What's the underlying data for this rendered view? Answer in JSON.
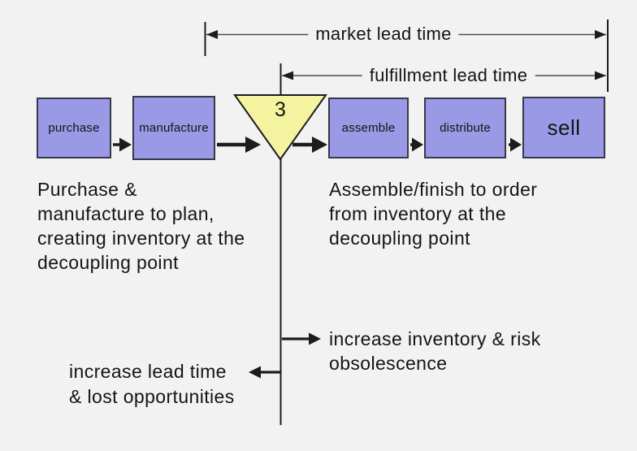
{
  "diagram": {
    "measures": {
      "market": {
        "label": "market lead time"
      },
      "fulfillment": {
        "label": "fulfillment lead time"
      }
    },
    "process": {
      "steps": [
        {
          "label": "purchase"
        },
        {
          "label": "manufacture"
        },
        {
          "label": "assemble"
        },
        {
          "label": "distribute"
        },
        {
          "label": "sell"
        }
      ],
      "decoupling_point": {
        "label": "3"
      }
    },
    "notes": {
      "plan_side": "Purchase &\nmanufacture to plan,\ncreating inventory at the\ndecoupling point",
      "order_side": "Assemble/finish to order\nfrom inventory at the\ndecoupling point",
      "increase_inventory": "increase inventory & risk\nobsolescence",
      "increase_lead_time": "increase lead time\n& lost opportunities"
    },
    "colors": {
      "background": "#f2f2f2",
      "box_fill": "#9999e6",
      "box_border": "#38384a",
      "triangle_fill": "#f4f4a0",
      "line": "#1c1c1c",
      "measure_line": "#4d4d4d"
    }
  }
}
